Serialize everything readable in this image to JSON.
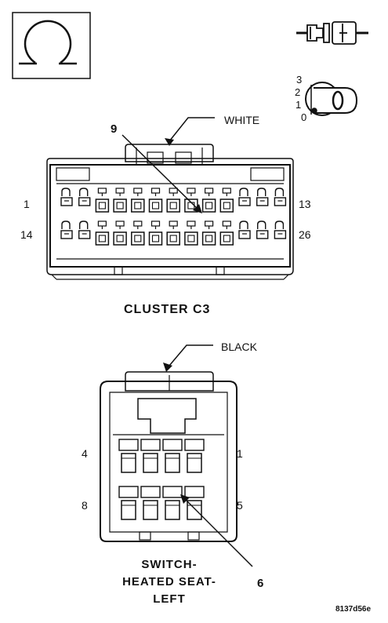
{
  "top_icon": {
    "symbol": "connector-view-symbol"
  },
  "ignition": {
    "positions": [
      "3",
      "2",
      "1",
      "0"
    ]
  },
  "cluster": {
    "color_label": "WHITE",
    "callout_pin": "9",
    "pin_left_top": "1",
    "pin_left_bottom": "14",
    "pin_right_top": "13",
    "pin_right_bottom": "26",
    "caption": "CLUSTER C3"
  },
  "switch": {
    "color_label": "BLACK",
    "pin_left_top": "4",
    "pin_left_bottom": "8",
    "pin_right_top": "1",
    "pin_right_bottom": "5",
    "callout_pin": "6",
    "caption_lines": [
      "SWITCH-",
      "HEATED SEAT-",
      "LEFT"
    ]
  },
  "figure_id": "8137d56e",
  "colors": {
    "line": "#111111",
    "background": "#ffffff"
  }
}
